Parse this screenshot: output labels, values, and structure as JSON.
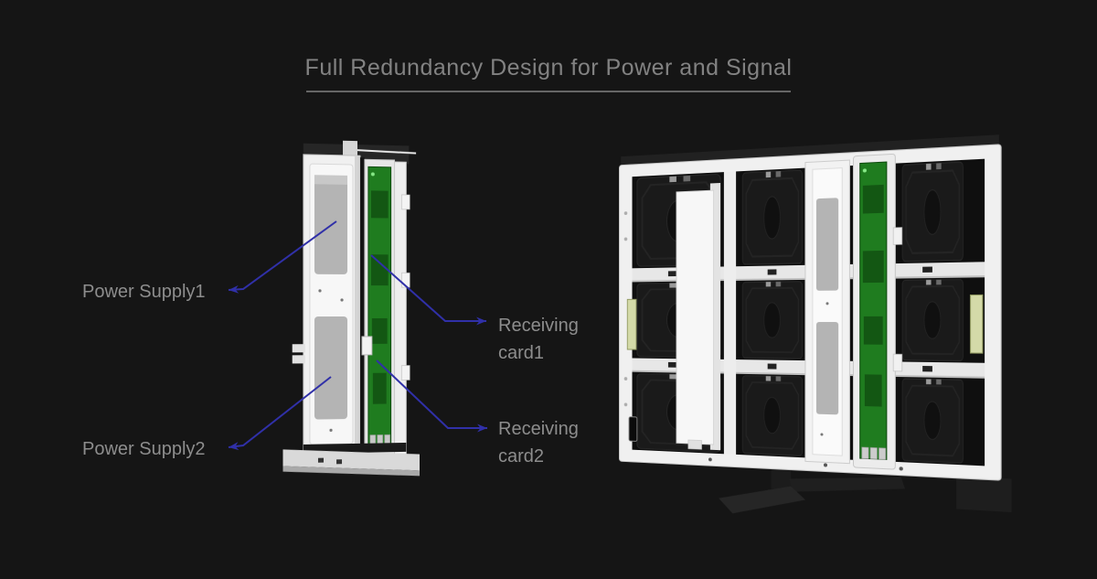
{
  "header": {
    "title": "Full Redundancy Design for Power and Signal"
  },
  "annotations": {
    "power_supply_1": "Power Supply1",
    "power_supply_2": "Power Supply2",
    "receiving_card_1": "Receiving card1",
    "receiving_card_2": "Receiving card2"
  },
  "colors": {
    "background": "#151515",
    "title_text": "#828282",
    "underline": "#666666",
    "label_text": "#8d8d8d",
    "arrow": "#3030a8",
    "frame_white": "#f0f0f0",
    "psu_gray": "#b4b4b4",
    "pcb_green": "#1f7c1f",
    "module_dark": "#1a1a1a"
  }
}
